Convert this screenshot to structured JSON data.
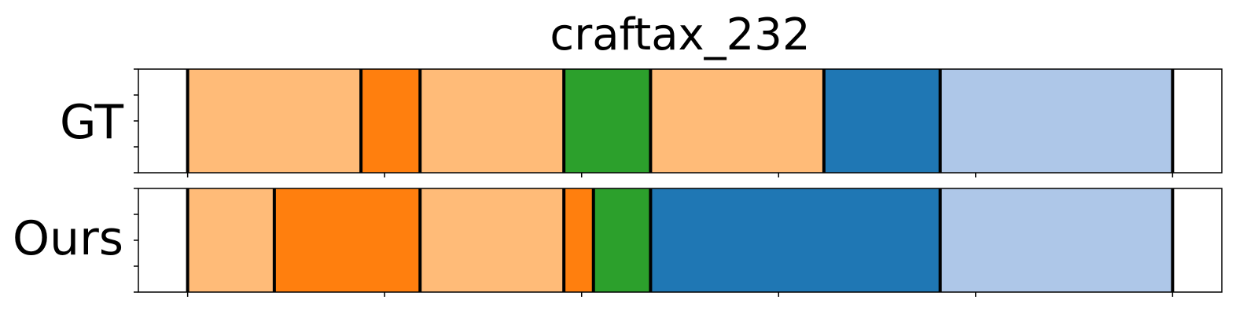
{
  "chart_data": {
    "type": "bar",
    "title": "craftax_232",
    "xlabel": "",
    "ylabel": "",
    "xlim": [
      -25,
      525
    ],
    "x_ticks": [
      0,
      100,
      200,
      300,
      400,
      500
    ],
    "y_ticks_per_row": 5,
    "boundary_color": "#000000",
    "series": [
      {
        "name": "GT",
        "segments": [
          {
            "start": 0,
            "end": 88,
            "color": "#ffbb78"
          },
          {
            "start": 88,
            "end": 118,
            "color": "#ff7f0e"
          },
          {
            "start": 118,
            "end": 191,
            "color": "#ffbb78"
          },
          {
            "start": 191,
            "end": 235,
            "color": "#2ca02c"
          },
          {
            "start": 235,
            "end": 323,
            "color": "#ffbb78"
          },
          {
            "start": 323,
            "end": 382,
            "color": "#1f77b4"
          },
          {
            "start": 382,
            "end": 500,
            "color": "#aec7e8"
          }
        ]
      },
      {
        "name": "Ours",
        "segments": [
          {
            "start": 0,
            "end": 44,
            "color": "#ffbb78"
          },
          {
            "start": 44,
            "end": 118,
            "color": "#ff7f0e"
          },
          {
            "start": 118,
            "end": 191,
            "color": "#ffbb78"
          },
          {
            "start": 191,
            "end": 206,
            "color": "#ff7f0e"
          },
          {
            "start": 206,
            "end": 235,
            "color": "#2ca02c"
          },
          {
            "start": 235,
            "end": 382,
            "color": "#1f77b4"
          },
          {
            "start": 382,
            "end": 500,
            "color": "#aec7e8"
          }
        ]
      }
    ]
  }
}
